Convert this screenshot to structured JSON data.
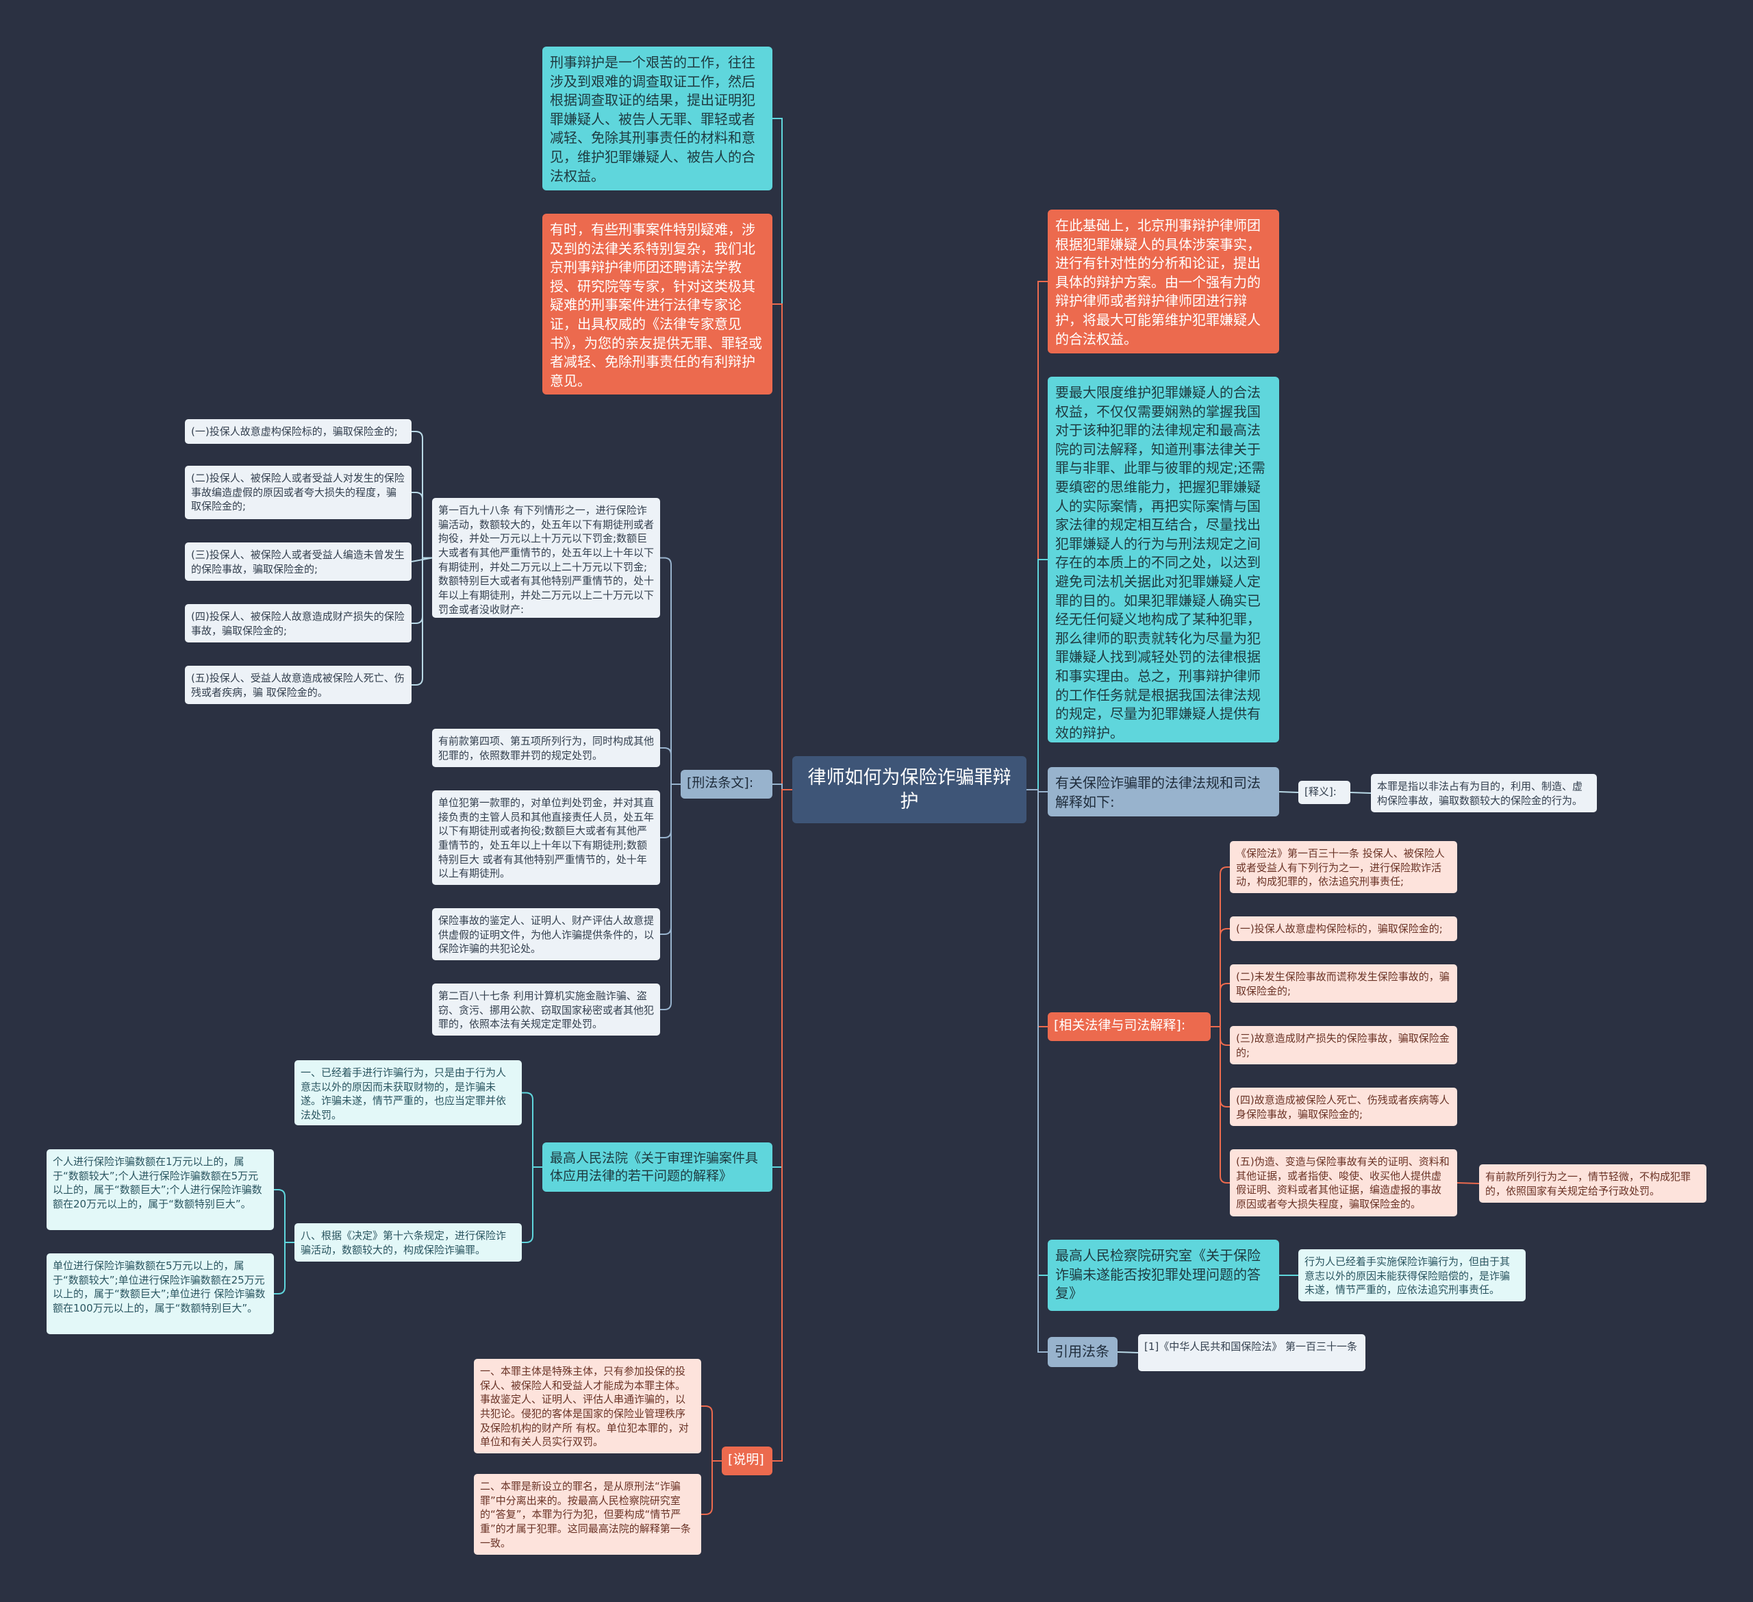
{
  "root": {
    "text": "律师如何为保险诈骗罪辩护"
  },
  "left": {
    "intro1": "刑事辩护是一个艰苦的工作，往往涉及到艰难的调查取证工作，然后根据调查取证的结果，提出证明犯罪嫌疑人、被告人无罪、罪轻或者减轻、免除其刑事责任的材料和意见，维护犯罪嫌疑人、被告人的合法权益。",
    "intro2": "有时，有些刑事案件特别疑难，涉及到的法律关系特别复杂，我们北京刑事辩护律师团还聘请法学教授、研究院等专家，针对这类极其疑难的刑事案件进行法律专家论证，出具权威的《法律专家意见书》，为您的亲友提供无罪、罪轻或者减轻、免除刑事责任的有利辩护意见。",
    "criminal_law": {
      "label": "[刑法条文]:",
      "art198": "第一百九十八条 有下列情形之一，进行保险诈骗活动，数额较大的，处五年以下有期徒刑或者拘役，并处一万元以上十万元以下罚金;数额巨大或者有其他严重情节的，处五年以上十年以下有期徒刑，并处二万元以上二十万元以下罚金;数额特别巨大或者有其他特别严重情节的，处十年以上有期徒刑，并处二万元以上二十万元以下 罚金或者没收财产:",
      "items": [
        "(一)投保人故意虚构保险标的，骗取保险金的;",
        "(二)投保人、被保险人或者受益人对发生的保险事故编造虚假的原因或者夸大损失的程度，骗取保险金的;",
        "(三)投保人、被保险人或者受益人编造未曾发生的保险事故，骗取保险金的;",
        "(四)投保人、被保险人故意造成财产损失的保险事故，骗取保险金的;",
        "(五)投保人、受益人故意造成被保险人死亡、伤残或者疾病，骗 取保险金的。"
      ],
      "p2": "有前款第四项、第五项所列行为，同时构成其他犯罪的，依照数罪并罚的规定处罚。",
      "p3": "单位犯第一款罪的，对单位判处罚金，并对其直接负责的主管人员和其他直接责任人员，处五年以下有期徒刑或者拘役;数额巨大或者有其他严重情节的，处五年以上十年以下有期徒刑;数额特别巨大 或者有其他特别严重情节的，处十年以上有期徒刑。",
      "p4": "保险事故的鉴定人、证明人、财产评估人故意提供虚假的证明文件，为他人诈骗提供条件的，以保险诈骗的共犯论处。",
      "p5": "第二百八十七条 利用计算机实施金融诈骗、盗窃、贪污、挪用公款、窃取国家秘密或者其他犯罪的，依照本法有关规定定罪处罚。"
    },
    "spc": {
      "label": "最高人民法院《关于审理诈骗案件具体应用法律的若干问题的解释》",
      "c1": "一、已经着手进行诈骗行为，只是由于行为人意志以外的原因而未获取财物的，是诈骗未遂。诈骗未遂，情节严重的，也应当定罪并依法处罚。",
      "c2": "八、根据《决定》第十六条规定，进行保险诈骗活动，数额较大的，构成保险诈骗罪。",
      "g1": "个人进行保险诈骗数额在1万元以上的，属于“数额较大”;个人进行保险诈骗数额在5万元以上的，属于“数额巨大”;个人进行保险诈骗数额在20万元以上的，属于“数额特别巨大”。",
      "g2": "单位进行保险诈骗数额在5万元以上的，属于“数额较大”;单位进行保险诈骗数额在25万元以上的，属于“数额巨大”;单位进行 保险诈骗数额在100万元以上的，属于“数额特别巨大”。"
    },
    "note": {
      "label": "[说明]",
      "n1": "一、本罪主体是特殊主体，只有参加投保的投保人、被保险人和受益人才能成为本罪主体。事故鉴定人、证明人、评估人串通诈骗的，以共犯论。侵犯的客体是国家的保险业管理秩序及保险机构的财产所 有权。单位犯本罪的，对单位和有关人员实行双罚。",
      "n2": "二、本罪是新设立的罪名，是从原刑法“诈骗罪”中分离出来的。按最高人民检察院研究室的“答复”，本罪为行为犯，但要构成“情节严重”的才属于犯罪。这同最高法院的解释第一条一致。"
    }
  },
  "right": {
    "r1": "在此基础上，北京刑事辩护律师团根据犯罪嫌疑人的具体涉案事实，进行有针对性的分析和论证，提出具体的辩护方案。由一个强有力的辩护律师或者辩护律师团进行辩护，将最大可能第维护犯罪嫌疑人的合法权益。",
    "r2": "要最大限度维护犯罪嫌疑人的合法权益，不仅仅需要娴熟的掌握我国对于该种犯罪的法律规定和最高法院的司法解释，知道刑事法律关于罪与非罪、此罪与彼罪的规定;还需要缜密的思维能力，把握犯罪嫌疑人的实际案情，再把实际案情与国家法律的规定相互结合，尽量找出犯罪嫌疑人的行为与刑法规定之间存在的本质上的不同之处，以达到避免司法机关据此对犯罪嫌疑人定罪的目的。如果犯罪嫌疑人确实已经无任何疑义地构成了某种犯罪，那么律师的职责就转化为尽量为犯罪嫌疑人找到减轻处罚的法律根据和事实理由。总之，刑事辩护律师的工作任务就是根据我国法律法规的规定，尽量为犯罪嫌疑人提供有效的辩护。",
    "r3": {
      "label": "有关保险诈骗罪的法律法规和司法解释如下:",
      "explain_label": "[释义]:",
      "explain": "本罪是指以非法占有为目的，利用、制造、虚构保险事故，骗取数额较大的保险金的行为。"
    },
    "r4": {
      "label": "[相关法律与司法解释]:",
      "items": [
        "《保险法》第一百三十一条 投保人、被保险人或者受益人有下列行为之一，进行保险欺诈活动，构成犯罪的，依法追究刑事责任;",
        "(一)投保人故意虚构保险标的，骗取保险金的;",
        "(二)未发生保险事故而谎称发生保险事故的，骗取保险金的;",
        "(三)故意造成财产损失的保险事故，骗取保险金的;",
        "(四)故意造成被保险人死亡、伤残或者疾病等人身保险事故，骗取保险金的;",
        "(五)伪造、变造与保险事故有关的证明、资料和其他证据，或者指使、唆使、收买他人提供虚假证明、资料或者其他证据，编造虚报的事故原因或者夸大损失程度，骗取保险金的。"
      ],
      "extra": "有前款所列行为之一，情节轻微，不构成犯罪的，依照国家有关规定给予行政处罚。"
    },
    "r5": {
      "label": "最高人民检察院研究室《关于保险诈骗未遂能否按犯罪处理问题的答复》",
      "child": "行为人已经着手实施保险诈骗行为，但由于其意志以外的原因未能获得保险赔偿的，是诈骗未遂，情节严重的，应依法追究刑事责任。"
    },
    "r6": {
      "label": "引用法条",
      "child": "[1]《中华人民共和国保险法》 第一百三十一条"
    }
  },
  "colors": {
    "background": "#2b3142",
    "root": "#3e5577",
    "cyan": "#5fd6dc",
    "red": "#ec6a4e",
    "steel": "#98b3cd",
    "line_cyan": "#5fd6dc",
    "line_red": "#ec6a4e",
    "line_steel": "#98b3cd",
    "line_light": "#b9d9e6"
  }
}
